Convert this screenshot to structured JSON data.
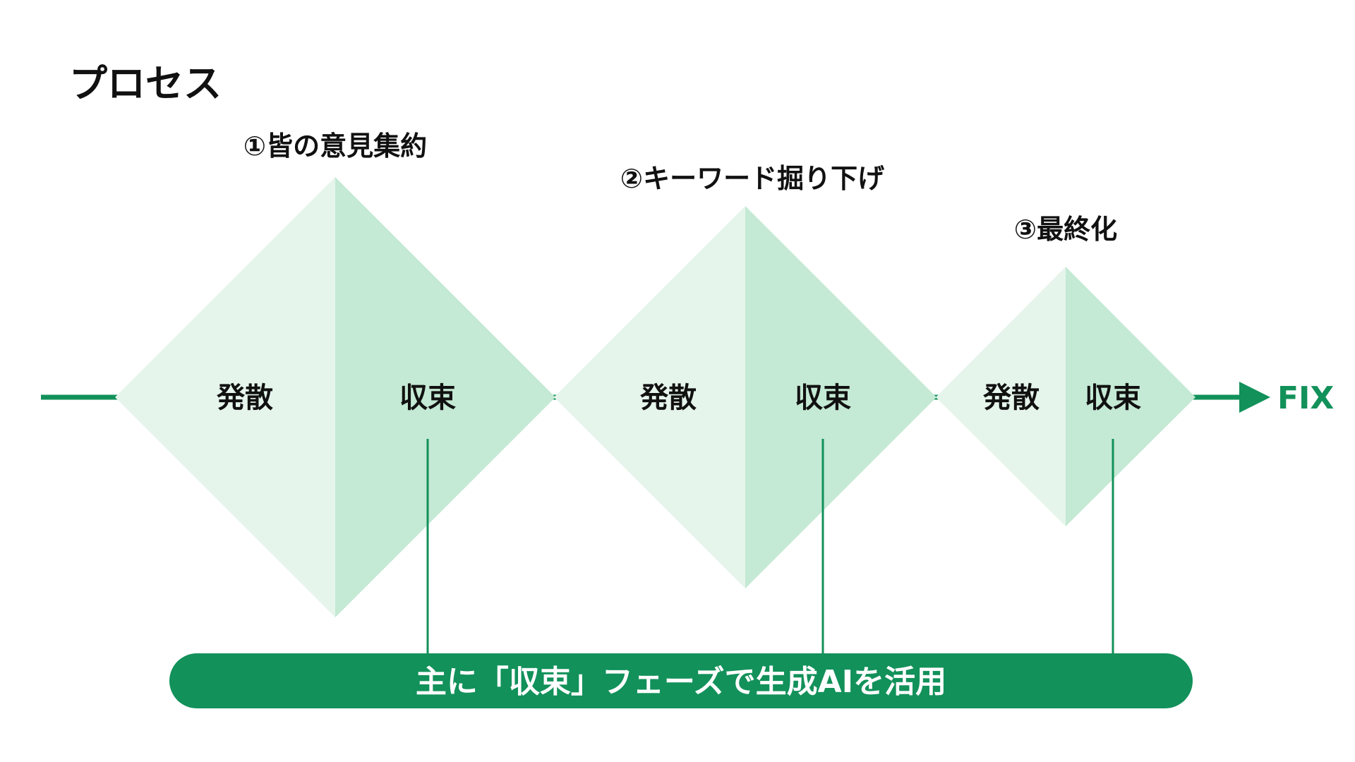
{
  "title": "プロセス",
  "colors": {
    "accent": "#12915a",
    "diverge_fill": "#e6f5ec",
    "converge_fill": "#c4e9d4",
    "text": "#111111",
    "banner_text": "#ffffff"
  },
  "stages": [
    {
      "label": "①皆の意見集約",
      "diverge_label": "発散",
      "converge_label": "収束"
    },
    {
      "label": "②キーワード掘り下げ",
      "diverge_label": "発散",
      "converge_label": "収束"
    },
    {
      "label": "③最終化",
      "diverge_label": "発散",
      "converge_label": "収束"
    }
  ],
  "end_label": "FIX",
  "banner": {
    "text": "主に「収束」フェーズで生成AIを活用"
  },
  "icons": {
    "flow_arrow": "arrow-right-icon"
  }
}
